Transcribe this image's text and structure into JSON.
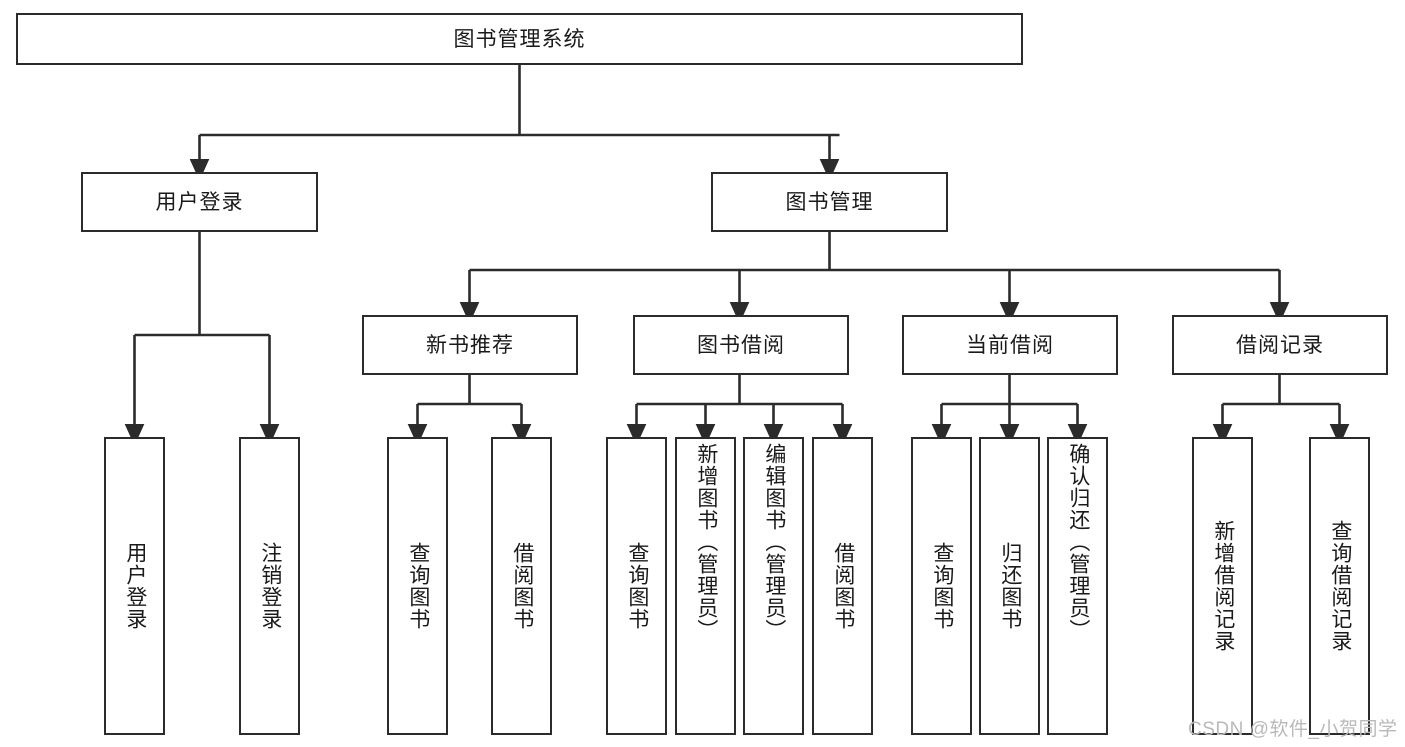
{
  "diagram": {
    "title": "图书管理系统",
    "root": {
      "label": "图书管理系统"
    },
    "level2": [
      {
        "label": "用户登录"
      },
      {
        "label": "图书管理"
      }
    ],
    "level3": [
      {
        "label": "新书推荐"
      },
      {
        "label": "图书借阅"
      },
      {
        "label": "当前借阅"
      },
      {
        "label": "借阅记录"
      }
    ],
    "leaves": {
      "user_login": [
        {
          "label": "用户登录"
        },
        {
          "label": "注销登录"
        }
      ],
      "new_book_recommend": [
        {
          "label": "查询图书"
        },
        {
          "label": "借阅图书"
        }
      ],
      "book_borrow": [
        {
          "label": "查询图书"
        },
        {
          "label": "新增图书（管理员）"
        },
        {
          "label": "编辑图书（管理员）"
        },
        {
          "label": "借阅图书"
        }
      ],
      "current_borrow": [
        {
          "label": "查询图书"
        },
        {
          "label": "归还图书"
        },
        {
          "label": "确认归还（管理员）"
        }
      ],
      "borrow_record": [
        {
          "label": "新增借阅记录"
        },
        {
          "label": "查询借阅记录"
        }
      ]
    }
  },
  "watermark": {
    "text": "CSDN @软件_小贺同学"
  },
  "colors": {
    "line": "#2b2b2b",
    "box_border": "#2b2b2b",
    "background": "#ffffff",
    "text": "#1a1a1a",
    "watermark": "#b9b9b9"
  }
}
